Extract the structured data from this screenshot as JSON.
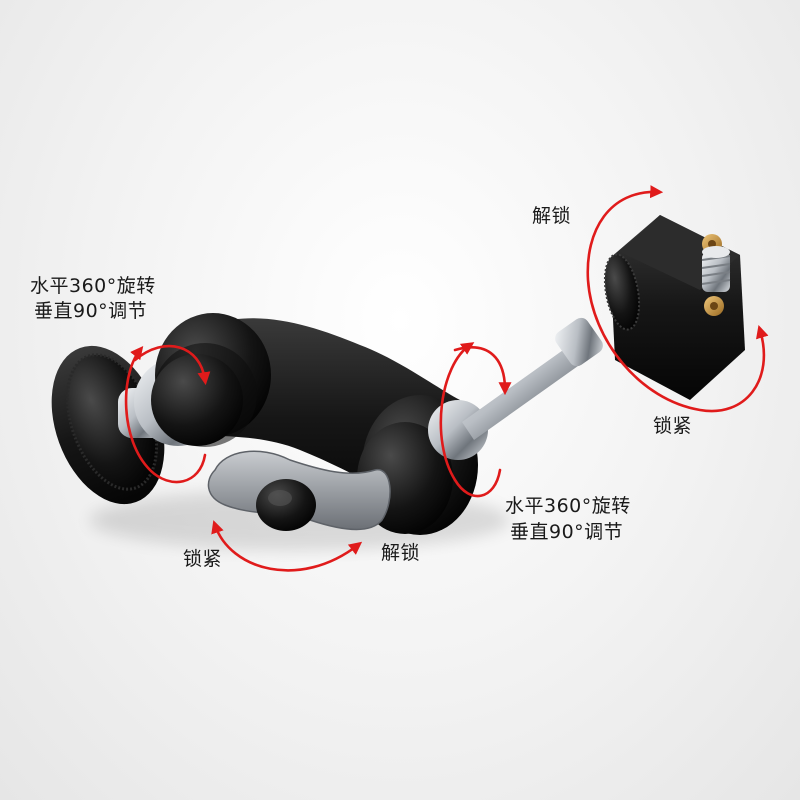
{
  "annotations": {
    "left_ball_rotate": "水平360°旋转",
    "left_ball_adjust": "垂直90°调节",
    "right_ball_rotate": "水平360°旋转",
    "right_ball_adjust": "垂直90°调节",
    "clamp_unlock": "解锁",
    "clamp_lock": "锁紧",
    "knob_lock": "锁紧",
    "knob_unlock": "解锁"
  },
  "colors": {
    "arrow": "#e01b1b",
    "arm": "#1b1b1b",
    "knob": "#9a9ea3",
    "chrome": "#c8ccd0",
    "brass": "#c8913a"
  }
}
